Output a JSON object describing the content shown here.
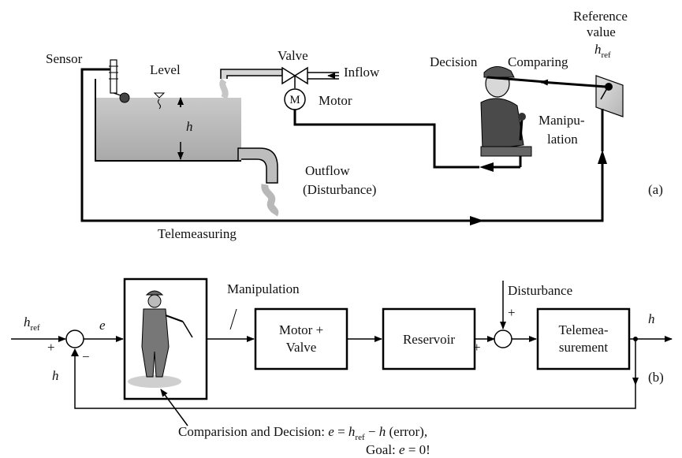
{
  "panel_a": {
    "sensor": "Sensor",
    "level": "Level",
    "h": "h",
    "valve": "Valve",
    "inflow": "Inflow",
    "motor": "Motor",
    "motor_symbol": "M",
    "decision": "Decision",
    "comparing": "Comparing",
    "reference_line1": "Reference",
    "reference_line2": "value",
    "href": "h",
    "href_sub": "ref",
    "manipulation_line1": "Manipu-",
    "manipulation_line2": "lation",
    "outflow_line1": "Outflow",
    "outflow_line2": "(Disturbance)",
    "telemeasuring": "Telemeasuring",
    "tag": "(a)"
  },
  "panel_b": {
    "href": "h",
    "href_sub": "ref",
    "e": "e",
    "plus_left": "+",
    "minus": "−",
    "h_feedback": "h",
    "manipulation": "Manipulation",
    "motor_valve_line1": "Motor +",
    "motor_valve_line2": "Valve",
    "reservoir": "Reservoir",
    "disturbance": "Disturbance",
    "plus_top": "+",
    "plus_bottom": "+",
    "telemeasurement_line1": "Telemea-",
    "telemeasurement_line2": "surement",
    "h_out": "h",
    "tag": "(b)",
    "caption_prefix": "Comparision and Decision:",
    "eq_e": "e",
    "eq_eq": " = ",
    "eq_h": "h",
    "eq_sub": "ref",
    "eq_minus": " − ",
    "eq_h2": "h",
    "eq_error": "  (error),",
    "goal_prefix": "Goal: ",
    "goal_e": "e",
    "goal_rest": " = 0!"
  }
}
